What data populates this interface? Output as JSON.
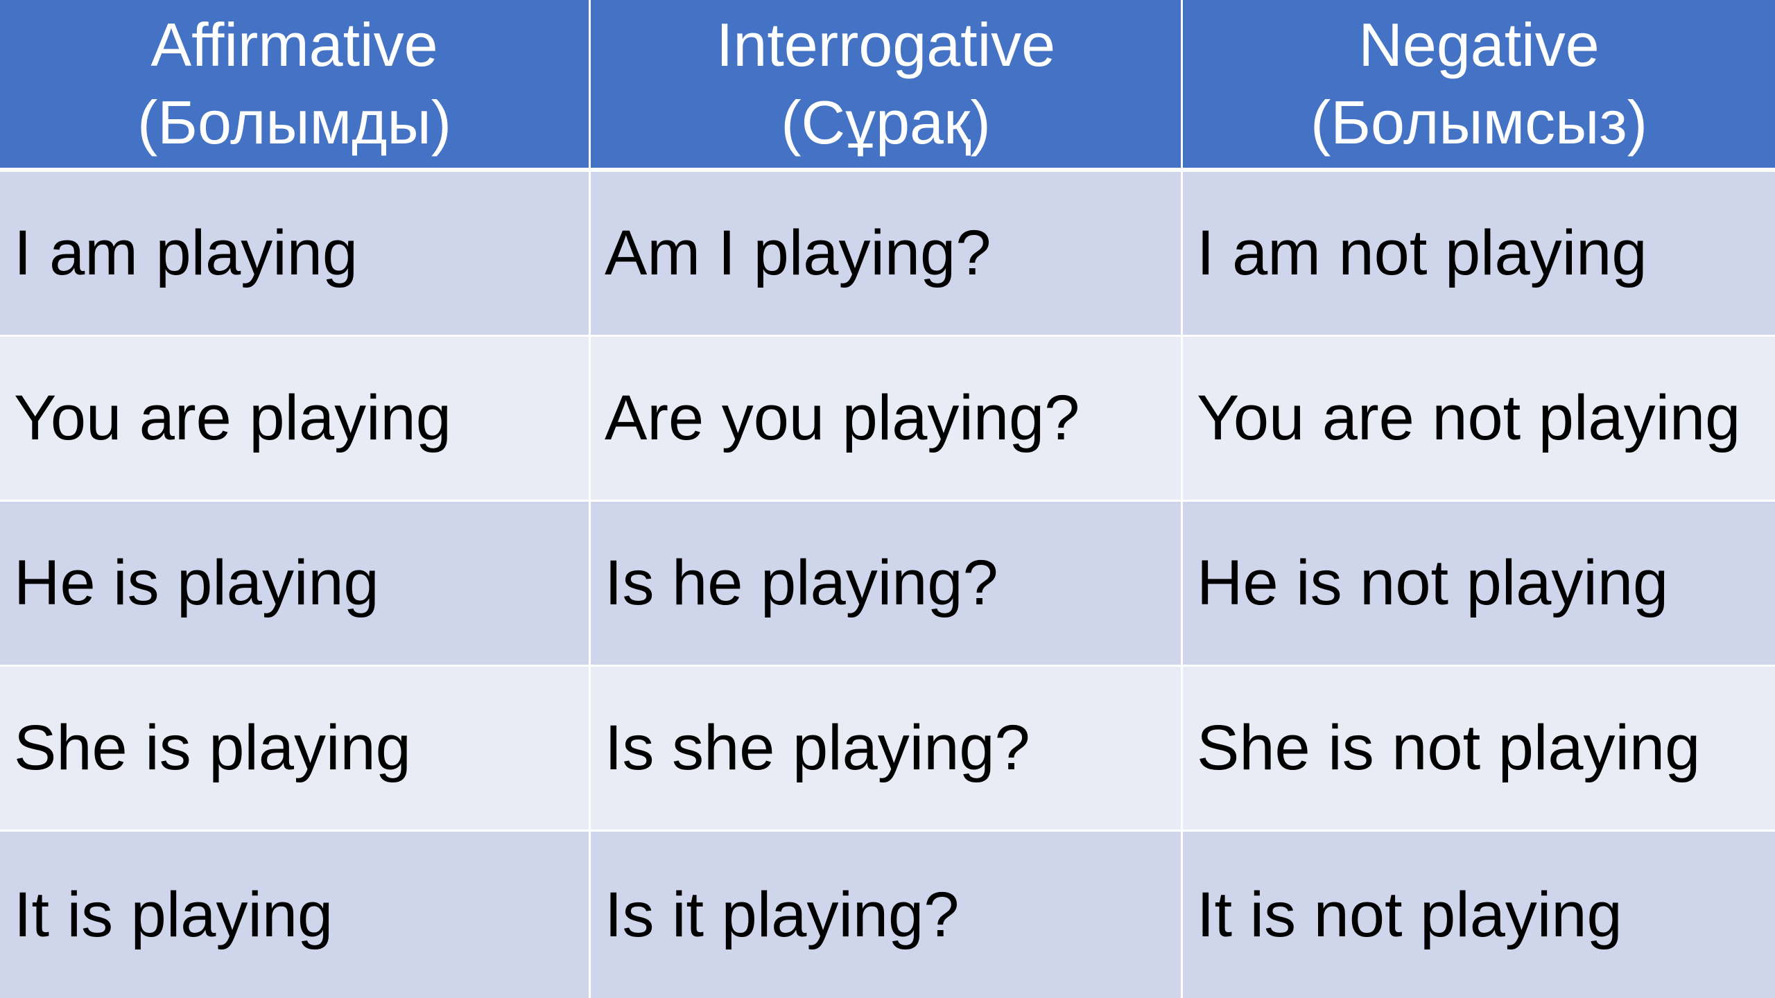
{
  "colors": {
    "header_bg": "#4472c4",
    "header_text": "#ffffff",
    "row_odd_bg": "#cfd5ea",
    "row_even_bg": "#e9ebf5",
    "body_text": "#000000"
  },
  "table": {
    "headers": [
      {
        "title": "Affirmative",
        "subtitle": "(Болымды)"
      },
      {
        "title": "Interrogative",
        "subtitle": "(Сұрақ)"
      },
      {
        "title": "Negative",
        "subtitle": "(Болымсыз)"
      }
    ],
    "rows": [
      [
        "I am playing",
        "Am I playing?",
        "I am not playing"
      ],
      [
        "You are playing",
        "Are you playing?",
        "You are not playing"
      ],
      [
        "He is playing",
        "Is he playing?",
        "He is not playing"
      ],
      [
        "She is playing",
        "Is she playing?",
        "She is not playing"
      ],
      [
        "It is playing",
        "Is it playing?",
        "It is not playing"
      ]
    ]
  }
}
